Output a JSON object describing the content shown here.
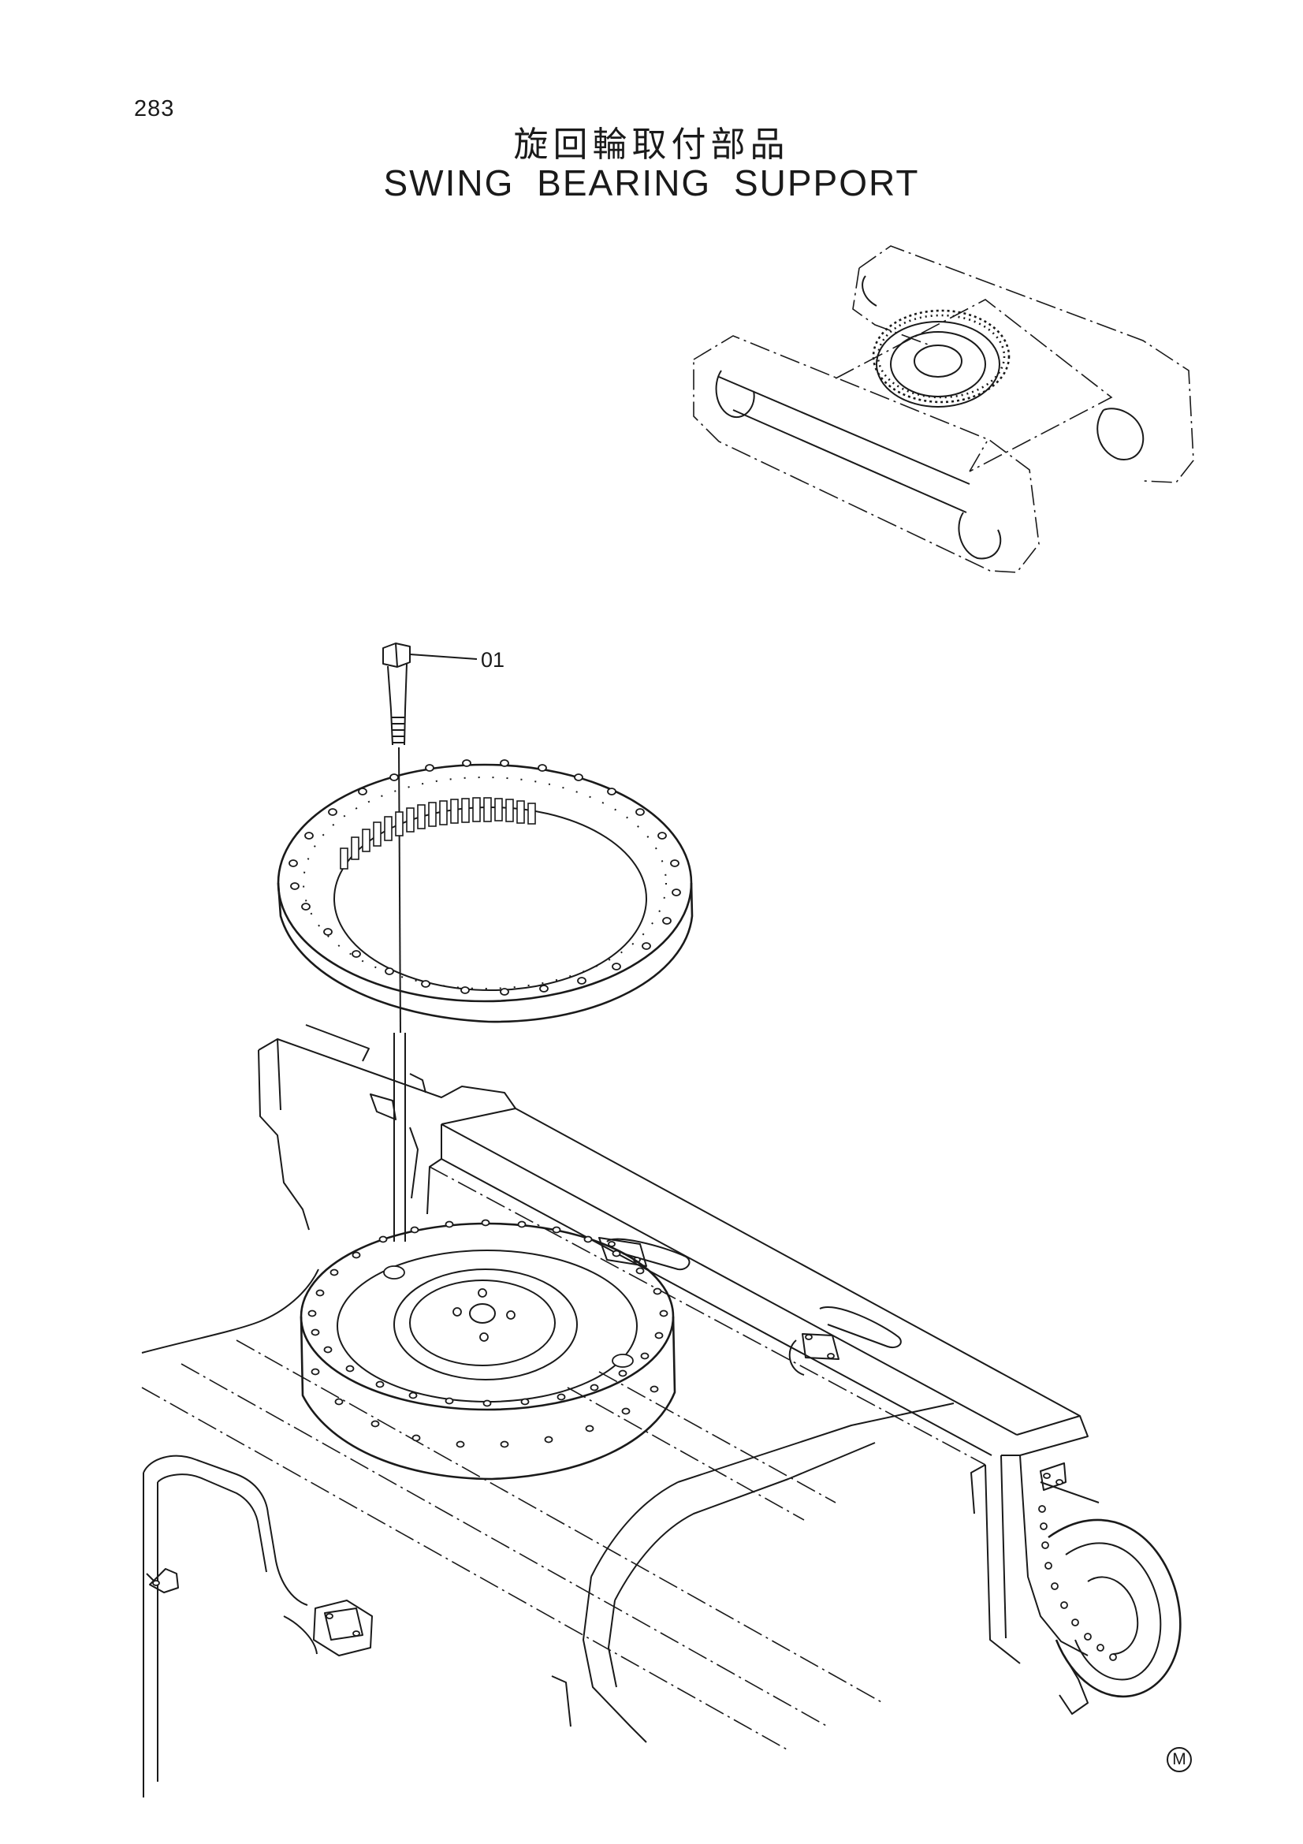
{
  "page": {
    "number": "283",
    "title_jp": "旋回輪取付部品",
    "title_en": "SWING BEARING SUPPORT",
    "corner_mark": "M"
  },
  "callouts": [
    {
      "id": "01",
      "label": "01",
      "part": "bolt"
    }
  ]
}
